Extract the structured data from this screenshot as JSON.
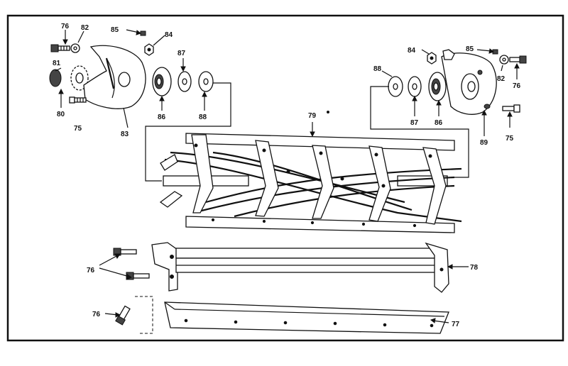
{
  "callouts": {
    "c76_top_left": "76",
    "c82_top_left": "82",
    "c85_top_left": "85",
    "c84_top_left": "84",
    "c81": "81",
    "c87_left": "87",
    "c80": "80",
    "c75_left": "75",
    "c83": "83",
    "c86_left": "86",
    "c88_left": "88",
    "c84_right": "84",
    "c85_right": "85",
    "c88_right": "88",
    "c82_right": "82",
    "c76_right": "76",
    "c87_right": "87",
    "c86_right": "86",
    "c89": "89",
    "c75_right": "75",
    "c79": "79",
    "c76_mid": "76",
    "c78": "78",
    "c76_bottom": "76",
    "c77": "77"
  }
}
